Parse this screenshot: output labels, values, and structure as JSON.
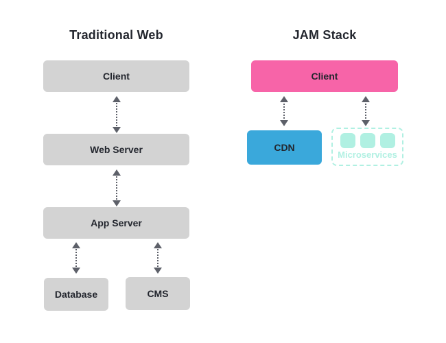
{
  "colors": {
    "background": "#ffffff",
    "box_gray": "#d3d3d3",
    "text_dark": "#23262e",
    "arrow_gray": "#5d6069",
    "pink": "#f764a8",
    "blue": "#3aa8db",
    "mint": "#b0f0e2"
  },
  "left": {
    "title": "Traditional Web",
    "nodes": {
      "client": "Client",
      "web_server": "Web Server",
      "app_server": "App Server",
      "database": "Database",
      "cms": "CMS"
    }
  },
  "right": {
    "title": "JAM Stack",
    "nodes": {
      "client": "Client",
      "cdn": "CDN",
      "microservices": "Microservices"
    }
  }
}
